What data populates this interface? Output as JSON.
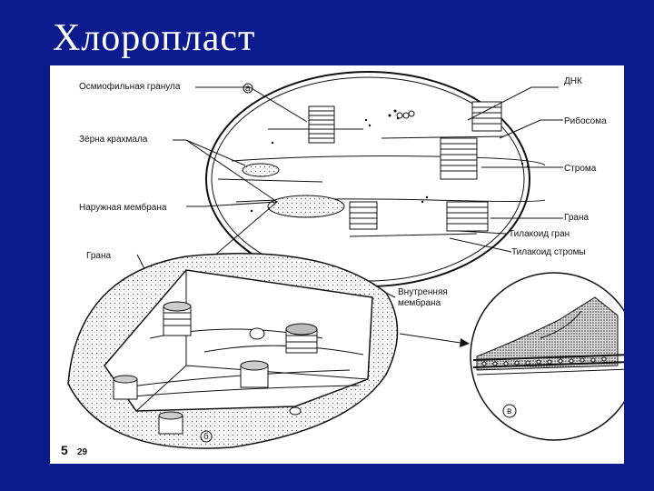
{
  "slide": {
    "title": "Хлоропласт"
  },
  "figure": {
    "panel_markers": {
      "a": "а",
      "b": "б",
      "c": "в"
    },
    "labels": {
      "osmiophilic_granule": "Осмиофильная гранула",
      "starch_grains": "Зёрна крахмала",
      "outer_membrane": "Наружная мембрана",
      "grana_left": "Грана",
      "dna": "ДНК",
      "ribosome": "Рибосома",
      "stroma": "Строма",
      "grana_right": "Грана",
      "grana_thylakoid": "Тилакоид гран",
      "stroma_thylakoid": "Тилакоид стромы",
      "inner_membrane_1": "Внутренняя",
      "inner_membrane_2": "мембрана"
    },
    "page_numbers": {
      "left": "5",
      "right": "29"
    }
  }
}
